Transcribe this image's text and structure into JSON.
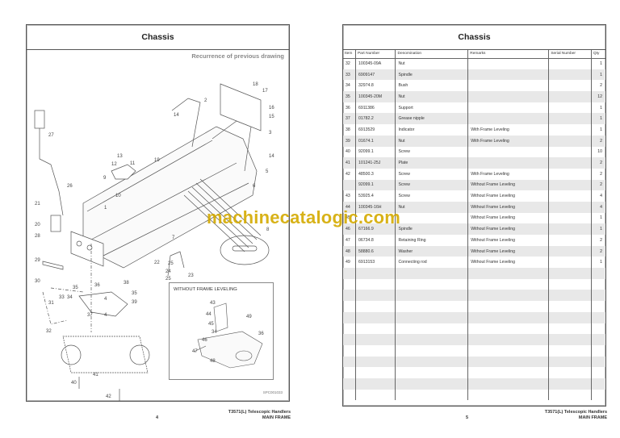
{
  "left_page": {
    "title": "Chassis",
    "recurrence_note": "Recurrence of previous drawing",
    "inset_label": "WITHOUT FRAME LEVELING",
    "drawing_code": "SPC001033",
    "page_number": "4",
    "footer_line1": "T3571(L) Telescopic Handlers",
    "footer_line2": "MAIN FRAME",
    "callouts": [
      "1",
      "2",
      "3",
      "4",
      "5",
      "6",
      "7",
      "8",
      "9",
      "10",
      "11",
      "12",
      "13",
      "14",
      "15",
      "16",
      "17",
      "18",
      "19",
      "20",
      "21",
      "22",
      "23",
      "24",
      "25",
      "26",
      "27",
      "28",
      "29",
      "30",
      "31",
      "32",
      "33",
      "34",
      "35",
      "36",
      "37",
      "38",
      "39",
      "40",
      "41",
      "42"
    ],
    "inset_callouts": [
      "43",
      "44",
      "45",
      "49",
      "34",
      "36",
      "46",
      "47",
      "48"
    ]
  },
  "right_page": {
    "title": "Chassis",
    "page_number": "5",
    "footer_line1": "T3571(L) Telescopic Handlers",
    "footer_line2": "MAIN FRAME",
    "columns": [
      "Item",
      "Part Number",
      "Denomination",
      "Remarks",
      "Serial Number",
      "Qty"
    ],
    "rows": [
      {
        "item": "32",
        "part": "100345-09A",
        "denomination": "Nut",
        "remarks": "",
        "serial": "",
        "qty": "1"
      },
      {
        "item": "33",
        "part": "6909147",
        "denomination": "Spindle",
        "remarks": "",
        "serial": "",
        "qty": "1"
      },
      {
        "item": "34",
        "part": "32974.8",
        "denomination": "Bush",
        "remarks": "",
        "serial": "",
        "qty": "2"
      },
      {
        "item": "35",
        "part": "100345-20M",
        "denomination": "Nut",
        "remarks": "",
        "serial": "",
        "qty": "12"
      },
      {
        "item": "36",
        "part": "6911386",
        "denomination": "Support",
        "remarks": "",
        "serial": "",
        "qty": "1"
      },
      {
        "item": "37",
        "part": "01782.2",
        "denomination": "Grease nipple",
        "remarks": "",
        "serial": "",
        "qty": "1"
      },
      {
        "item": "38",
        "part": "6913529",
        "denomination": "Indicator",
        "remarks": "With Frame Leveling",
        "serial": "",
        "qty": "1"
      },
      {
        "item": "39",
        "part": "01674.1",
        "denomination": "Nut",
        "remarks": "With Frame Leveling",
        "serial": "",
        "qty": "2"
      },
      {
        "item": "40",
        "part": "92099.1",
        "denomination": "Screw",
        "remarks": "",
        "serial": "",
        "qty": "10"
      },
      {
        "item": "41",
        "part": "101241-25J",
        "denomination": "Plate",
        "remarks": "",
        "serial": "",
        "qty": "2"
      },
      {
        "item": "42",
        "part": "48500.3",
        "denomination": "Screw",
        "remarks": "With Frame Leveling",
        "serial": "",
        "qty": "2"
      },
      {
        "item": "",
        "part": "92099.1",
        "denomination": "Screw",
        "remarks": "Without Frame Leveling",
        "serial": "",
        "qty": "2"
      },
      {
        "item": "43",
        "part": "53925.4",
        "denomination": "Screw",
        "remarks": "Without Frame Leveling",
        "serial": "",
        "qty": "4"
      },
      {
        "item": "44",
        "part": "100345-16H",
        "denomination": "Nut",
        "remarks": "Without Frame Leveling",
        "serial": "",
        "qty": "4"
      },
      {
        "item": "45",
        "part": "",
        "denomination": "",
        "remarks": "Without Frame Leveling",
        "serial": "",
        "qty": "1"
      },
      {
        "item": "46",
        "part": "67166.9",
        "denomination": "Spindle",
        "remarks": "Without Frame Leveling",
        "serial": "",
        "qty": "1"
      },
      {
        "item": "47",
        "part": "06734.8",
        "denomination": "Retaining Ring",
        "remarks": "Without Frame Leveling",
        "serial": "",
        "qty": "2"
      },
      {
        "item": "48",
        "part": "58880.6",
        "denomination": "Washer",
        "remarks": "Without Frame Leveling",
        "serial": "",
        "qty": "2"
      },
      {
        "item": "49",
        "part": "6913153",
        "denomination": "Connecting rod",
        "remarks": "Without Frame Leveling",
        "serial": "",
        "qty": "1"
      }
    ],
    "empty_row_count": 12
  },
  "watermark": "machinecatalogic.com",
  "colors": {
    "stripe": "#e8e8e8",
    "border": "#555555",
    "watermark": "#d4aa00"
  }
}
